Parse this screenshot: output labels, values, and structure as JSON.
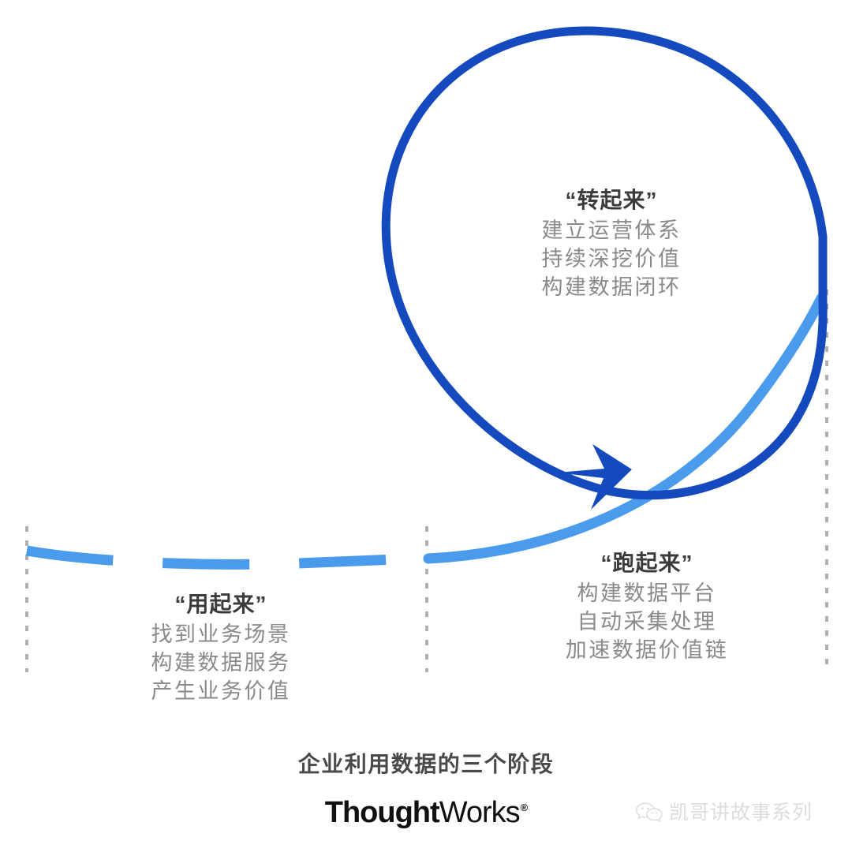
{
  "diagram": {
    "caption": "企业利用数据的三个阶段",
    "colors": {
      "dark_blue": "#1549BE",
      "light_blue": "#4A9BEC",
      "dotted_gray": "#b0b0b0",
      "title_text": "#3b3b3b",
      "body_text": "#8a8a8a",
      "caption_text": "#4a4a4a"
    },
    "stages": [
      {
        "id": "yong",
        "title": "“用起来”",
        "lines": [
          "找到业务场景",
          "构建数据服务",
          "产生业务价值"
        ]
      },
      {
        "id": "pao",
        "title": "“跑起来”",
        "lines": [
          "构建数据平台",
          "自动采集处理",
          "加速数据价值链"
        ]
      },
      {
        "id": "zhuan",
        "title": "“转起来”",
        "lines": [
          "建立运营体系",
          "持续深挖价值",
          "构建数据闭环"
        ]
      }
    ]
  },
  "logo": {
    "bold_part": "Thought",
    "regular_part": "Works",
    "trademark": "®"
  },
  "watermark": {
    "text": "凯哥讲故事系列",
    "icon": "wechat-icon"
  }
}
